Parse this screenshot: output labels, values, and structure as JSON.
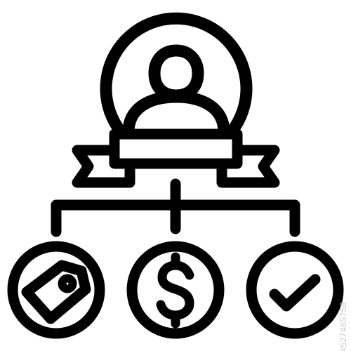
{
  "icon": {
    "stroke_color": "#000000",
    "background_color": "#ffffff",
    "parts": [
      "user-avatar-icon",
      "ribbon-banner",
      "hierarchy-connector",
      "price-tag-icon",
      "dollar-sign-icon",
      "checkmark-icon"
    ],
    "dollar_glyph": "$"
  },
  "watermark": {
    "id_text": "#527465758"
  }
}
